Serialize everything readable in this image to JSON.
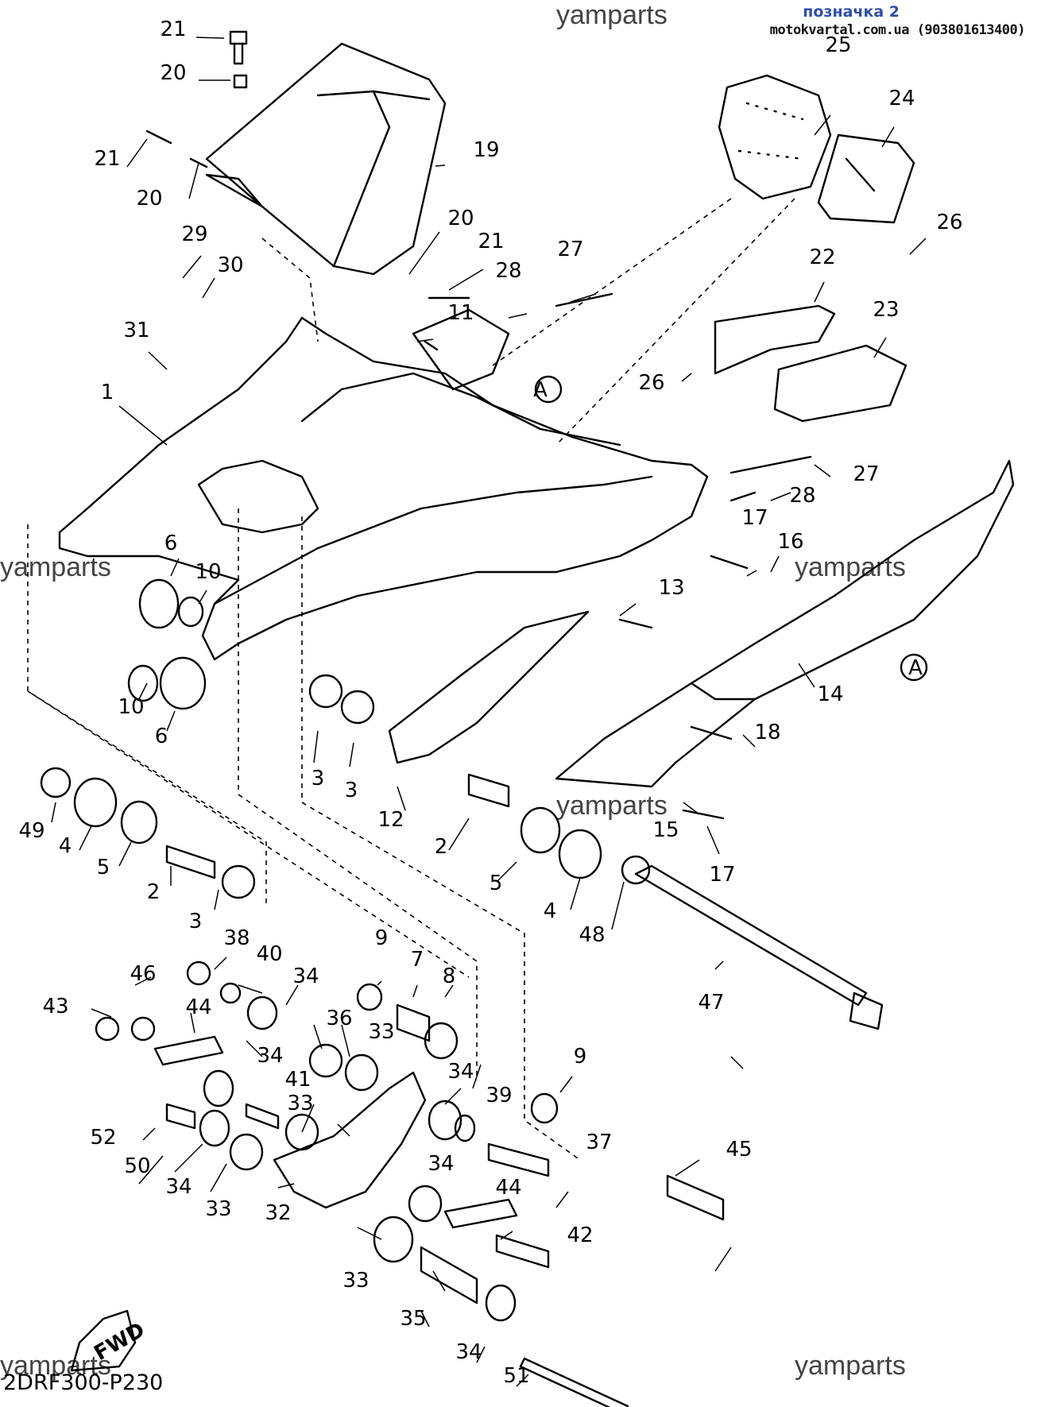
{
  "header": {
    "mark_label": "позначка 2",
    "site": "motokvartal.com.ua (903801613400)"
  },
  "watermarks": [
    "yamparts",
    "yamparts",
    "yamparts",
    "yamparts",
    "yamparts",
    "yamparts"
  ],
  "diagram_code": "2DRF300-P230",
  "fwd_label": "FWD",
  "callout_labels": [
    "21",
    "20",
    "19",
    "21",
    "20",
    "20",
    "21",
    "29",
    "30",
    "31",
    "28",
    "27",
    "11",
    "1",
    "A",
    "25",
    "24",
    "26",
    "22",
    "23",
    "26",
    "27",
    "28",
    "17",
    "16",
    "6",
    "10",
    "13",
    "10",
    "6",
    "A",
    "14",
    "18",
    "3",
    "3",
    "12",
    "2",
    "15",
    "17",
    "49",
    "4",
    "5",
    "2",
    "3",
    "5",
    "4",
    "48",
    "47",
    "38",
    "40",
    "9",
    "7",
    "8",
    "46",
    "34",
    "43",
    "44",
    "36",
    "33",
    "34",
    "41",
    "33",
    "34",
    "9",
    "39",
    "52",
    "50",
    "37",
    "45",
    "34",
    "33",
    "34",
    "44",
    "32",
    "42",
    "33",
    "35",
    "34",
    "51"
  ]
}
